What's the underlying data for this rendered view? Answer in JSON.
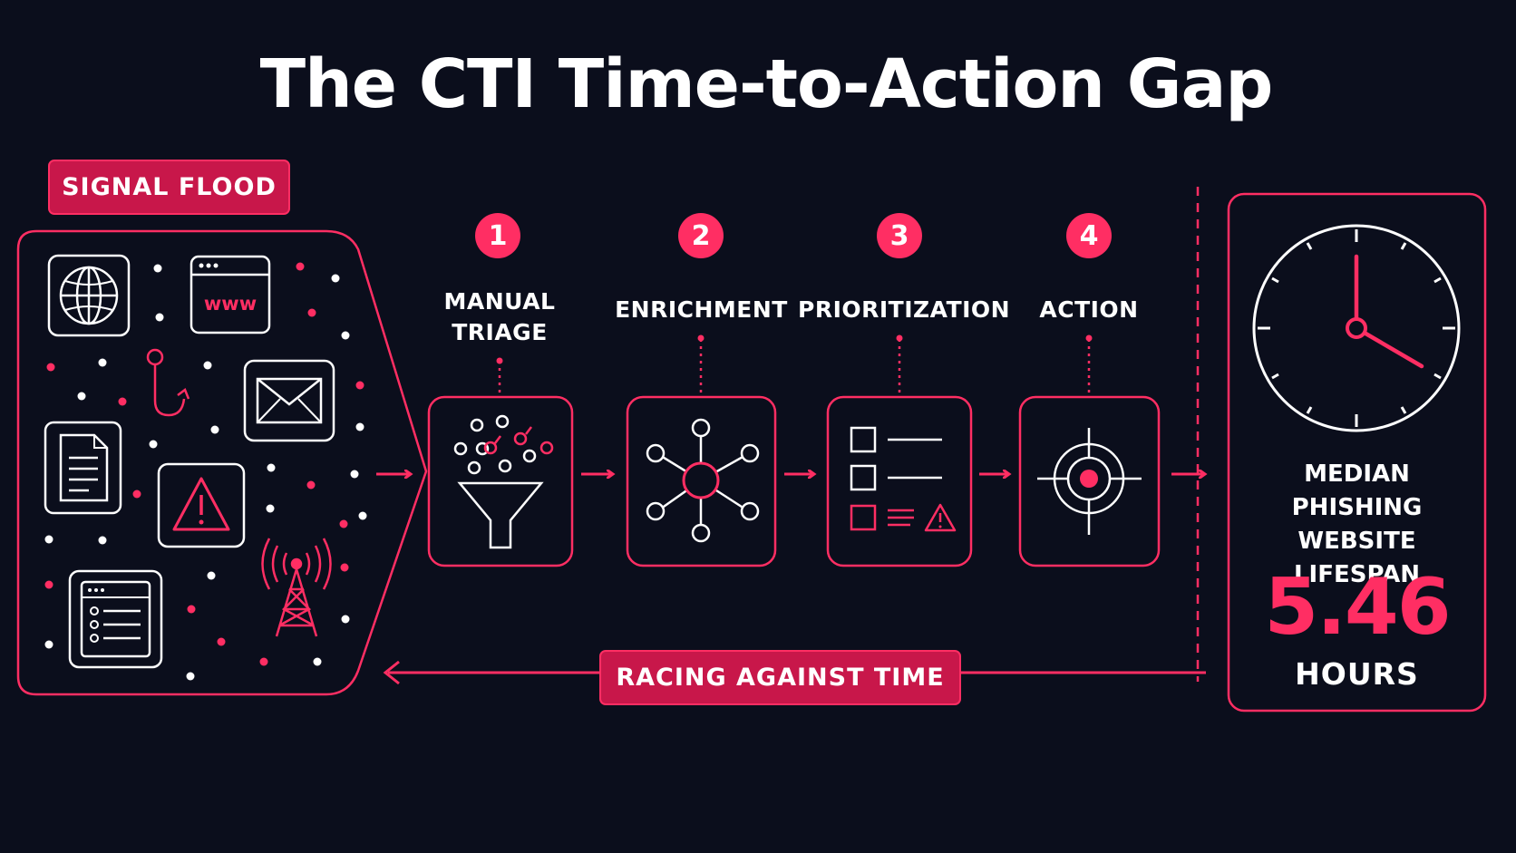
{
  "title": "The CTI Time-to-Action Gap",
  "signal_flood_label": "SIGNAL FLOOD",
  "source_icons": {
    "url_text": "www"
  },
  "steps": [
    {
      "number": "1",
      "label_line1": "MANUAL",
      "label_line2": "TRIAGE",
      "icon": "funnel-icon"
    },
    {
      "number": "2",
      "label_line1": "ENRICHMENT",
      "label_line2": "",
      "icon": "network-hub-icon"
    },
    {
      "number": "3",
      "label_line1": "PRIORITIZATION",
      "label_line2": "",
      "icon": "checklist-alert-icon"
    },
    {
      "number": "4",
      "label_line1": "ACTION",
      "label_line2": "",
      "icon": "target-crosshair-icon"
    }
  ],
  "lifespan": {
    "line1": "MEDIAN",
    "line2": "PHISHING WEBSITE",
    "line3": "LIFESPAN",
    "value": "5.46",
    "unit": "HOURS",
    "icon": "clock-icon"
  },
  "race_label": "RACING AGAINST TIME",
  "colors": {
    "background": "#0b0e1c",
    "accent": "#ff2e63",
    "badge_fill": "#c8174a",
    "line_white": "#ffffff"
  }
}
